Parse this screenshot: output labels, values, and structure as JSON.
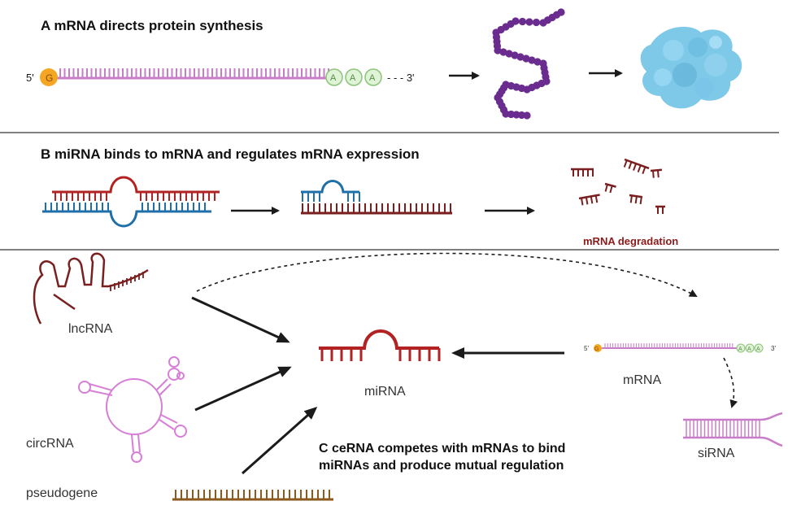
{
  "panel_a": {
    "title": "A  mRNA directs protein synthesis",
    "five_prime": "5'",
    "three_prime": "- - -  3'",
    "cap": "G",
    "poly_a": [
      "A",
      "A",
      "A"
    ]
  },
  "panel_b": {
    "title": "B  miRNA binds to mRNA and regulates mRNA expression",
    "degradation_label": "mRNA degradation"
  },
  "panel_c": {
    "caption_line1": "C  ceRNA competes with mRNAs to bind",
    "caption_line2": "miRNAs and produce mutual regulation",
    "lncrna_label": "lncRNA",
    "circrna_label": "circRNA",
    "pseudogene_label": "pseudogene",
    "mirna_label": "miRNA",
    "mrna_label": "mRNA",
    "sirna_label": "siRNA",
    "small_five": "5'",
    "small_three": "3'",
    "small_cap": "G",
    "small_poly_a": [
      "A",
      "A",
      "A"
    ]
  },
  "colors": {
    "mrna_strand": "#c77dc7",
    "mirna": "#b22222",
    "dark_red": "#7a1f1f",
    "blue": "#1f6fa8",
    "cap": "#f5a623",
    "poly_a_fill": "#dff3d6",
    "protein_chain": "#6a2c8f",
    "protein_fold": "#7ec8e8",
    "pseudogene": "#8a5a1e",
    "circ": "#d77fd7"
  }
}
